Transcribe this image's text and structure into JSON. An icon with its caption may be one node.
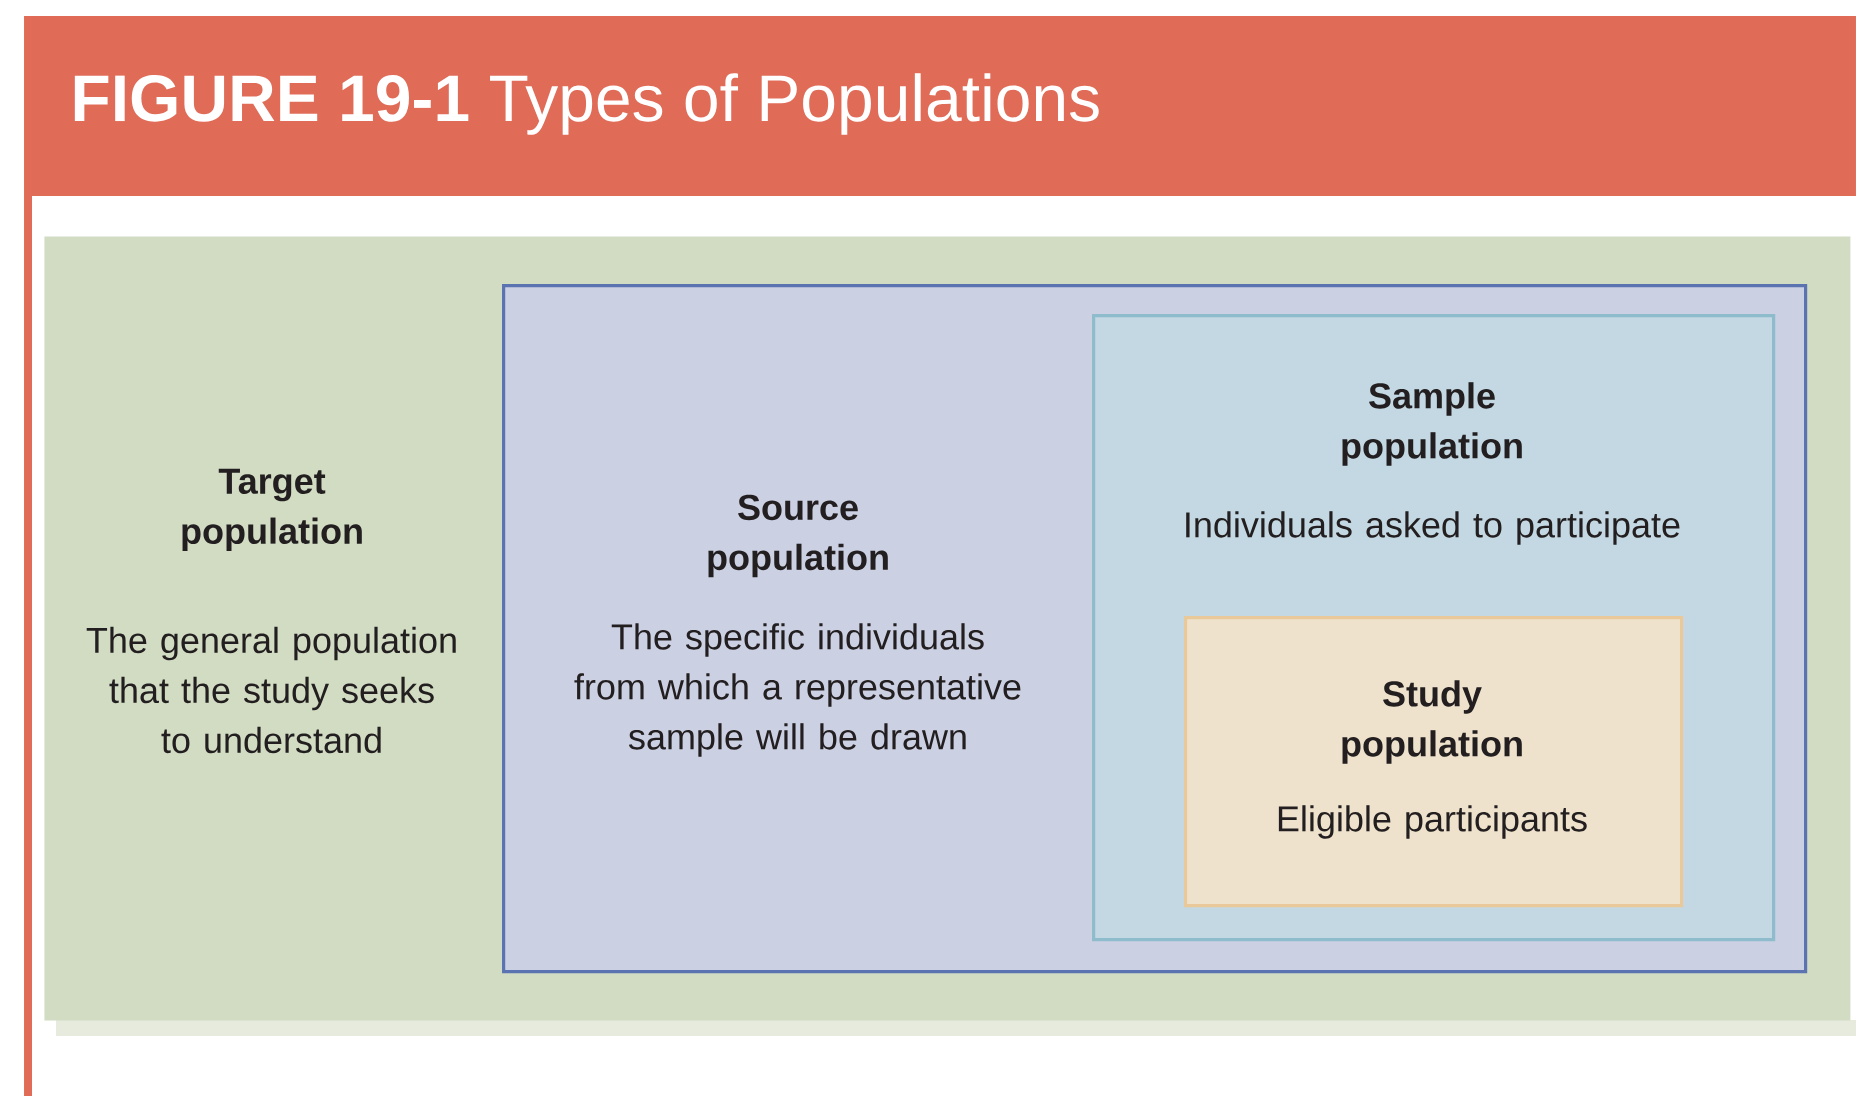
{
  "diagram": {
    "title": "**FIGURE 19-1** Types of Populations",
    "nodes": [
      {
        "text": [
          "Target population",
          "The general population that the study seeks to understand"
        ]
      },
      {
        "text": [
          "Source population",
          "The specific individuals from which a representative sample will be drawn"
        ],
        "in": 0
      },
      {
        "text": [
          "Sample population",
          "Individuals asked to participate"
        ],
        "in": 1
      },
      {
        "text": [
          "Study population",
          "Eligible participants"
        ],
        "in": 2
      }
    ]
  }
}
